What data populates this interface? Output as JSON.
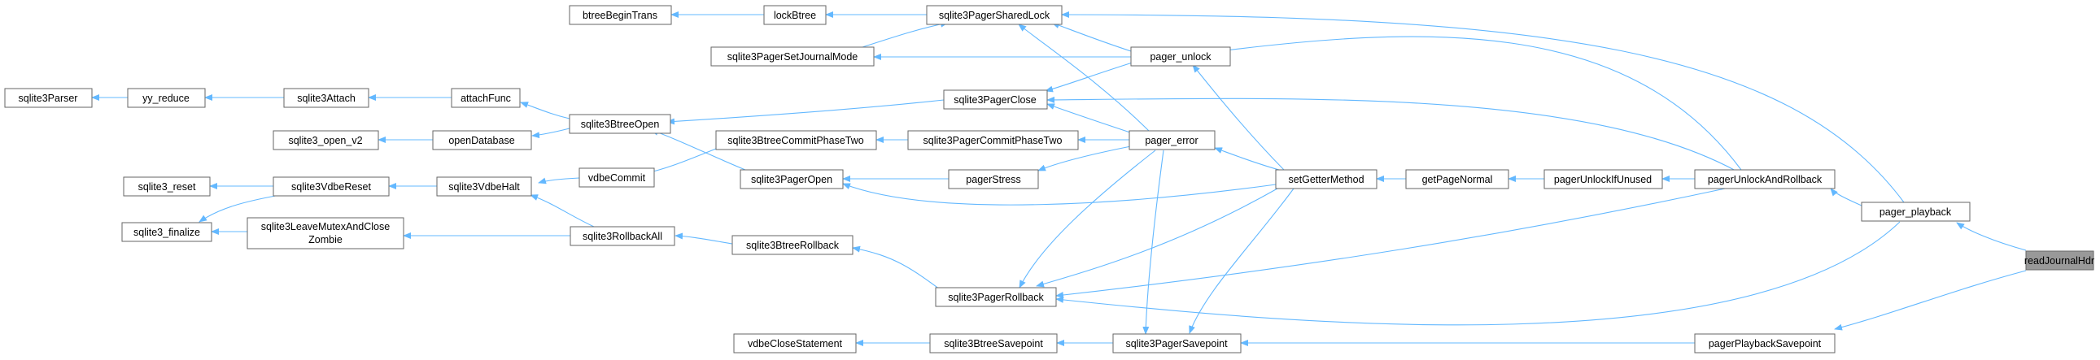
{
  "graph": {
    "edge_color": "#63b8ff",
    "node_border_color": "#666666",
    "highlight_node_fill": "#999999",
    "nodes": {
      "readJournalHdr": "readJournalHdr",
      "pager_playback": "pager_playback",
      "pagerPlaybackSavepoint": "pagerPlaybackSavepoint",
      "pagerUnlockAndRollback": "pagerUnlockAndRollback",
      "sqlite3PagerSavepoint": "sqlite3PagerSavepoint",
      "sqlite3PagerSharedLock": "sqlite3PagerSharedLock",
      "pager_unlock": "pager_unlock",
      "sqlite3PagerClose": "sqlite3PagerClose",
      "pager_error": "pager_error",
      "setGetterMethod": "setGetterMethod",
      "getPageNormal": "getPageNormal",
      "pagerUnlockIfUnused": "pagerUnlockIfUnused",
      "sqlite3PagerRollback": "sqlite3PagerRollback",
      "sqlite3PagerCommitPhaseTwo": "sqlite3PagerCommitPhaseTwo",
      "pagerStress": "pagerStress",
      "sqlite3PagerOpen": "sqlite3PagerOpen",
      "sqlite3BtreeCommitPhaseTwo": "sqlite3BtreeCommitPhaseTwo",
      "sqlite3BtreeRollback": "sqlite3BtreeRollback",
      "sqlite3BtreeSavepoint": "sqlite3BtreeSavepoint",
      "vdbeCloseStatement": "vdbeCloseStatement",
      "vdbeCommit": "vdbeCommit",
      "sqlite3VdbeHalt": "sqlite3VdbeHalt",
      "sqlite3RollbackAll": "sqlite3RollbackAll",
      "sqlite3VdbeReset": "sqlite3VdbeReset",
      "sqlite3LeaveMutexAndCloseZombie_line1": "sqlite3LeaveMutexAndClose",
      "sqlite3LeaveMutexAndCloseZombie_line2": "Zombie",
      "sqlite3_reset": "sqlite3_reset",
      "sqlite3_finalize": "sqlite3_finalize",
      "sqlite3BtreeOpen": "sqlite3BtreeOpen",
      "attachFunc": "attachFunc",
      "openDatabase": "openDatabase",
      "sqlite3Attach": "sqlite3Attach",
      "sqlite3_open_v2": "sqlite3_open_v2",
      "yy_reduce": "yy_reduce",
      "sqlite3Parser": "sqlite3Parser",
      "lockBtree": "lockBtree",
      "btreeBeginTrans": "btreeBeginTrans",
      "sqlite3PagerSetJournalMode": "sqlite3PagerSetJournalMode"
    }
  }
}
